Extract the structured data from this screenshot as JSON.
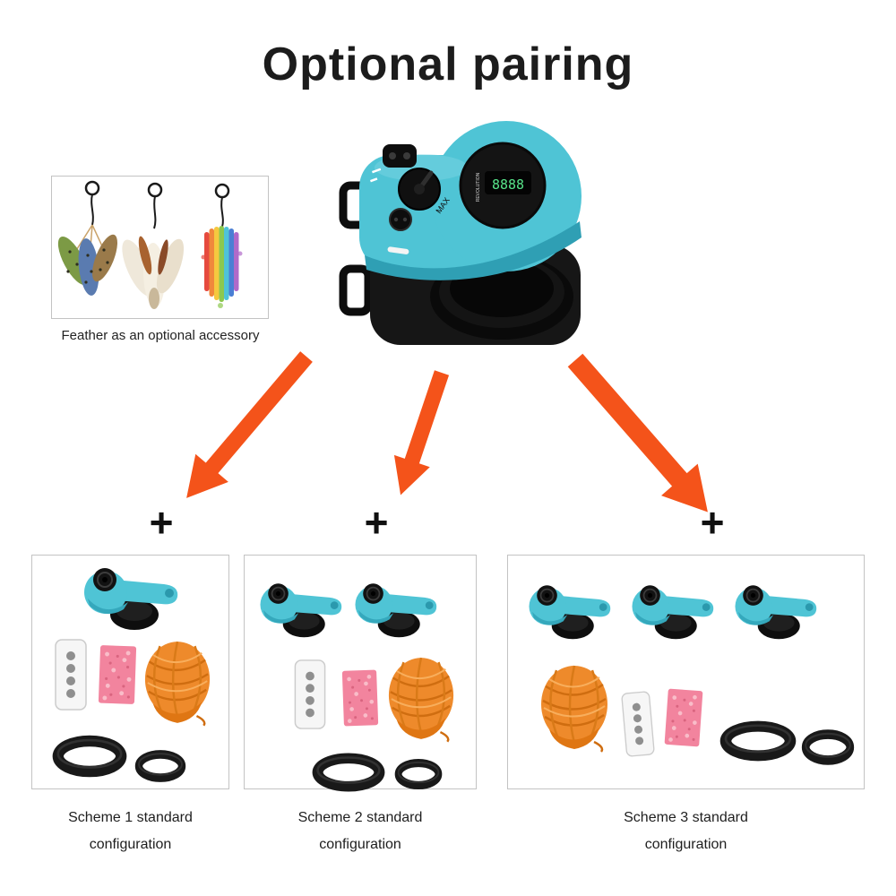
{
  "title": "Optional pairing",
  "feather": {
    "caption": "Feather as an optional accessory"
  },
  "plus": "+",
  "device": {
    "display_digits": "8888",
    "display_label": "REVOLUTION",
    "max_label": "MAX"
  },
  "schemes": [
    {
      "line1": "Scheme 1 standard",
      "line2": "configuration",
      "machines": 1
    },
    {
      "line1": "Scheme 2 standard",
      "line2": "configuration",
      "machines": 2
    },
    {
      "line1": "Scheme 3 standard",
      "line2": "configuration",
      "machines": 3
    }
  ],
  "colors": {
    "teal": "#4fc4d5",
    "teal_dark": "#2f9fb4",
    "arrow_orange": "#f4531a",
    "yarn_orange": "#ee8a2b",
    "tape_pink": "#f2849e"
  }
}
